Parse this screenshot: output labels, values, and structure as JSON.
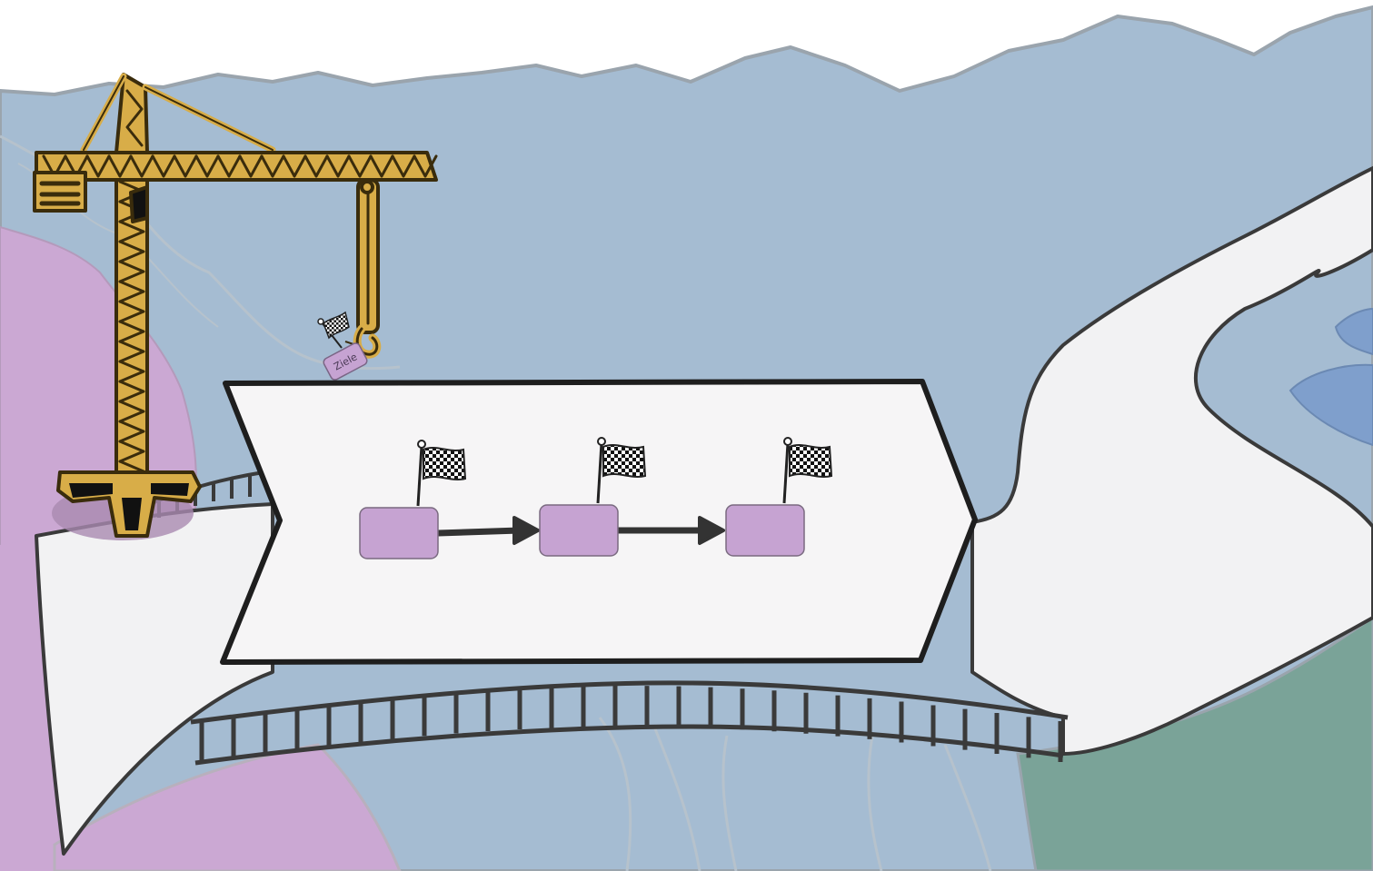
{
  "diagram": {
    "hanging_tag": {
      "label": "Ziele"
    },
    "steps": [
      {
        "id": "step-1",
        "label": ""
      },
      {
        "id": "step-2",
        "label": ""
      },
      {
        "id": "step-3",
        "label": ""
      }
    ],
    "colors": {
      "sky": "#a5bcd2",
      "mountains_line": "#9aa4ad",
      "purple_hill": "#cba8d3",
      "green_hill": "#7aa398",
      "lake": "#7f9fcc",
      "road": "#f2f2f3",
      "crane": "#d8ad48",
      "crane_outline": "#3a2c0c",
      "chevron_fill": "#f6f5f6",
      "chevron_stroke": "#1e1e1e",
      "step_box": "#c6a3d2",
      "arrow": "#333333",
      "flag_dark": "#111111",
      "flag_light": "#ffffff"
    }
  }
}
